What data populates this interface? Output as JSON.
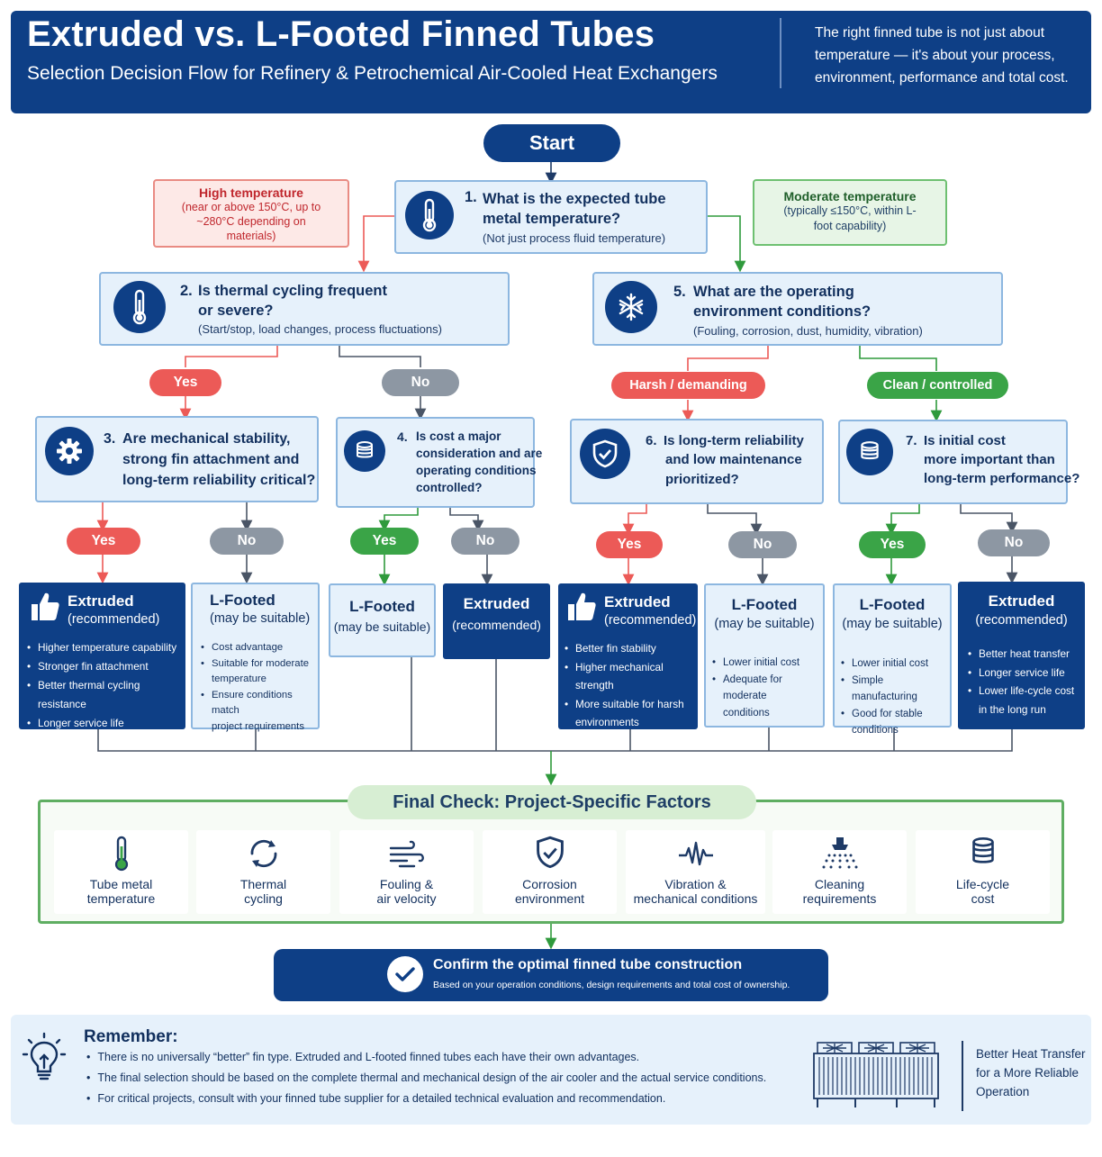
{
  "header": {
    "title": "Extruded vs. L-Footed Finned Tubes",
    "subtitle": "Selection Decision Flow for Refinery & Petrochemical Air-Cooled Heat Exchangers",
    "tagline": "The right finned tube is not just about temperature — it's about your process, environment, performance and total cost."
  },
  "start": "Start",
  "notes": {
    "high": {
      "title": "High temperature",
      "text": "(near or above 150°C, up to ~280°C depending on materials)"
    },
    "moderate": {
      "title": "Moderate temperature",
      "text": "(typically ≤150°C, within L-foot capability)"
    }
  },
  "questions": {
    "q1": {
      "num": "1.",
      "text": "What is the expected tube metal temperature?",
      "sub": "(Not just process fluid temperature)",
      "icon": "thermometer-icon"
    },
    "q2": {
      "num": "2.",
      "line1": "Is thermal cycling frequent",
      "line2": "or severe?",
      "sub": "(Start/stop, load changes, process fluctuations)",
      "icon": "thermometer-icon"
    },
    "q3": {
      "num": "3.",
      "line1": "Are mechanical stability,",
      "line2": "strong fin attachment and",
      "line3": "long-term reliability critical?",
      "icon": "gear-icon"
    },
    "q4": {
      "num": "4.",
      "line1": "Is cost a major",
      "line2": "consideration and are",
      "line3": "operating conditions",
      "line4": "controlled?",
      "icon": "coins-icon"
    },
    "q5": {
      "num": "5.",
      "line1": "What are the operating",
      "line2": "environment conditions?",
      "sub": "(Fouling, corrosion, dust, humidity, vibration)",
      "icon": "snowflake-icon"
    },
    "q6": {
      "num": "6.",
      "line1": "Is long-term reliability",
      "line2": "and low maintenance",
      "line3": "prioritized?",
      "icon": "shield-check-icon"
    },
    "q7": {
      "num": "7.",
      "line1": "Is initial cost",
      "line2": "more important than",
      "line3": "long-term performance?",
      "icon": "coins-icon"
    }
  },
  "pills": {
    "q2_yes": "Yes",
    "q2_no": "No",
    "harsh": "Harsh / demanding",
    "clean": "Clean / controlled",
    "q3_yes": "Yes",
    "q3_no": "No",
    "q4_yes": "Yes",
    "q4_no": "No",
    "q6_yes": "Yes",
    "q6_no": "No",
    "q7_yes": "Yes",
    "q7_no": "No"
  },
  "results": {
    "r1": {
      "title": "Extruded",
      "sub": "(recommended)",
      "items": [
        "Higher temperature capability",
        "Stronger fin attachment",
        "Better thermal cycling resistance",
        "Longer service life"
      ]
    },
    "r2": {
      "title": "L-Footed",
      "sub": "(may be suitable)",
      "items": [
        "Cost advantage",
        "Suitable for moderate",
        "temperature",
        "Ensure conditions match",
        "project requirements"
      ]
    },
    "r3": {
      "title": "L-Footed",
      "sub": "(may be suitable)"
    },
    "r4": {
      "title": "Extruded",
      "sub": "(recommended)"
    },
    "r5": {
      "title": "Extruded",
      "sub": "(recommended)",
      "items": [
        "Better fin stability",
        "Higher mechanical strength",
        "More suitable for harsh",
        "environments"
      ]
    },
    "r6": {
      "title": "L-Footed",
      "sub": "(may be suitable)",
      "items": [
        "Lower initial cost",
        "Adequate for moderate",
        "conditions"
      ]
    },
    "r7": {
      "title": "L-Footed",
      "sub": "(may be suitable)",
      "items": [
        "Lower initial cost",
        "Simple manufacturing",
        "Good for stable",
        "conditions"
      ]
    },
    "r8": {
      "title": "Extruded",
      "sub": "(recommended)",
      "items": [
        "Better heat transfer",
        "Longer service life",
        "Lower life-cycle cost",
        "in the long run"
      ]
    }
  },
  "final_check": {
    "title": "Final Check: Project-Specific Factors",
    "factors": [
      {
        "line1": "Tube metal",
        "line2": "temperature",
        "icon": "thermometer-icon"
      },
      {
        "line1": "Thermal",
        "line2": "cycling",
        "icon": "cycle-arrows-icon"
      },
      {
        "line1": "Fouling &",
        "line2": "air velocity",
        "icon": "wind-icon"
      },
      {
        "line1": "Corrosion",
        "line2": "environment",
        "icon": "shield-icon"
      },
      {
        "line1": "Vibration &",
        "line2": "mechanical conditions",
        "icon": "vibration-wave-icon"
      },
      {
        "line1": "Cleaning",
        "line2": "requirements",
        "icon": "spray-nozzle-icon"
      },
      {
        "line1": "Life-cycle",
        "line2": "cost",
        "icon": "coins-icon"
      }
    ]
  },
  "confirm": {
    "title": "Confirm the optimal finned tube construction",
    "sub": "Based on your operation conditions, design requirements and total cost of ownership."
  },
  "remember": {
    "title": "Remember:",
    "items": [
      "There is no universally “better” fin type. Extruded and L-footed finned tubes each have their own advantages.",
      "The final selection should be based on the complete thermal and mechanical design of the air cooler and the actual service conditions.",
      "For critical projects, consult with your finned tube supplier for a detailed technical evaluation and recommendation."
    ],
    "side": "Better Heat Transfer for a More Reliable Operation"
  },
  "colors": {
    "navy": "#0e3f86",
    "red": "#ec5a57",
    "green": "#3aa447",
    "grey": "#8d97a3",
    "lightblue": "#e6f1fb"
  }
}
